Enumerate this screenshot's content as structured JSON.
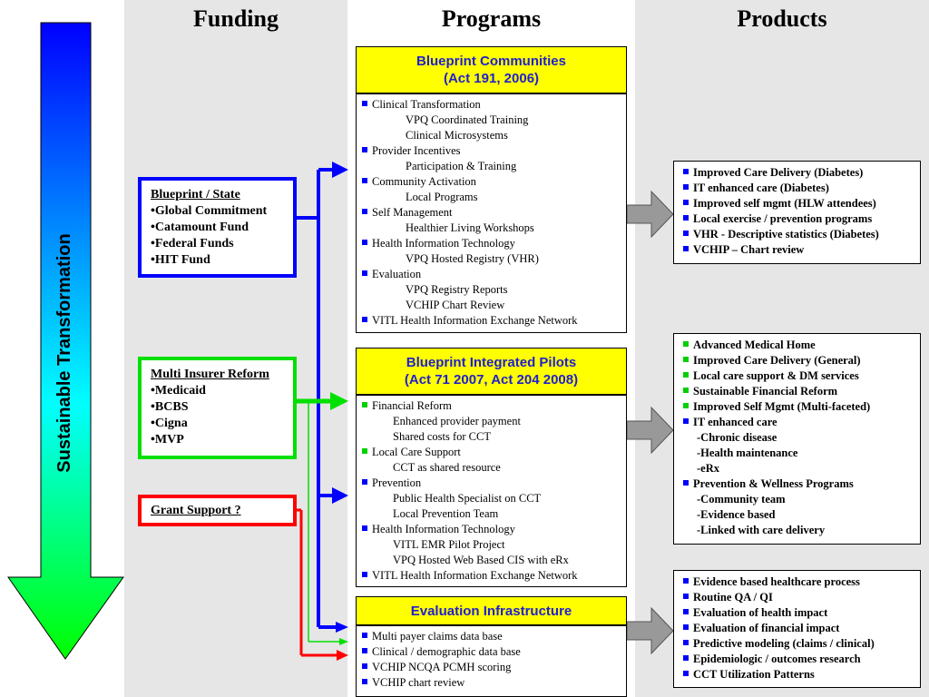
{
  "headers": {
    "funding": "Funding",
    "programs": "Programs",
    "products": "Products"
  },
  "side_label": "Sustainable Transformation",
  "funding": {
    "blueprint": {
      "title": "Blueprint / State",
      "items": [
        "•Global Commitment",
        "•Catamount Fund",
        "•Federal Funds",
        "•HIT Fund"
      ]
    },
    "multi": {
      "title": "Multi Insurer Reform",
      "items": [
        "•Medicaid",
        "•BCBS",
        "•Cigna",
        "•MVP"
      ]
    },
    "grant": {
      "title": "Grant Support ?"
    }
  },
  "programs": {
    "communities": {
      "title_line1": "Blueprint Communities",
      "title_line2": "(Act 191, 2006)",
      "rows": [
        {
          "bullet": true,
          "text": "Clinical Transformation"
        },
        {
          "bullet": false,
          "text": "VPQ Coordinated Training"
        },
        {
          "bullet": false,
          "text": "Clinical Microsystems"
        },
        {
          "bullet": true,
          "text": "Provider Incentives"
        },
        {
          "bullet": false,
          "text": "Participation & Training"
        },
        {
          "bullet": true,
          "text": "Community Activation"
        },
        {
          "bullet": false,
          "text": "Local Programs"
        },
        {
          "bullet": true,
          "text": "Self Management"
        },
        {
          "bullet": false,
          "text": "Healthier Living Workshops"
        },
        {
          "bullet": true,
          "text": "Health Information Technology"
        },
        {
          "bullet": false,
          "text": "VPQ Hosted Registry (VHR)"
        },
        {
          "bullet": true,
          "text": "Evaluation"
        },
        {
          "bullet": false,
          "text": "VPQ Registry Reports"
        },
        {
          "bullet": false,
          "text": "VCHIP Chart Review"
        },
        {
          "bullet": true,
          "text": "VITL Health Information Exchange Network"
        }
      ]
    },
    "pilots": {
      "title_line1": "Blueprint Integrated Pilots",
      "title_line2": "(Act 71 2007, Act 204 2008)",
      "rows": [
        {
          "bullet": "green",
          "text": "Financial Reform"
        },
        {
          "bullet": false,
          "text": "Enhanced provider payment"
        },
        {
          "bullet": false,
          "text": "Shared costs for CCT"
        },
        {
          "bullet": "green",
          "text": "Local Care Support"
        },
        {
          "bullet": false,
          "text": "CCT as shared resource"
        },
        {
          "bullet": "blue",
          "text": "Prevention"
        },
        {
          "bullet": false,
          "text": "Public Health Specialist on CCT"
        },
        {
          "bullet": false,
          "text": "Local Prevention Team"
        },
        {
          "bullet": "blue",
          "text": "Health Information Technology"
        },
        {
          "bullet": false,
          "text": "VITL EMR Pilot Project"
        },
        {
          "bullet": false,
          "text": "VPQ Hosted Web Based CIS with eRx"
        },
        {
          "bullet": "blue",
          "text": "VITL Health Information Exchange Network"
        }
      ]
    },
    "evaluation": {
      "title": "Evaluation Infrastructure",
      "rows": [
        {
          "bullet": true,
          "text": "Multi payer claims data base"
        },
        {
          "bullet": true,
          "text": "Clinical / demographic  data base"
        },
        {
          "bullet": true,
          "text": "VCHIP NCQA PCMH scoring"
        },
        {
          "bullet": true,
          "text": "VCHIP chart review"
        }
      ]
    }
  },
  "products": {
    "p1": [
      {
        "bullet": "blue",
        "text": "Improved Care Delivery (Diabetes)"
      },
      {
        "bullet": "blue",
        "text": "IT enhanced care (Diabetes)"
      },
      {
        "bullet": "blue",
        "text": "Improved self mgmt (HLW attendees)"
      },
      {
        "bullet": "blue",
        "text": "Local exercise / prevention programs"
      },
      {
        "bullet": "blue",
        "text": "VHR - Descriptive statistics (Diabetes)"
      },
      {
        "bullet": "blue",
        "text": "VCHIP – Chart review"
      }
    ],
    "p2": [
      {
        "bullet": "green",
        "text": "Advanced Medical Home"
      },
      {
        "bullet": "green",
        "text": "Improved Care Delivery (General)"
      },
      {
        "bullet": "green",
        "text": "Local care support & DM services"
      },
      {
        "bullet": "green",
        "text": "Sustainable Financial Reform"
      },
      {
        "bullet": "green",
        "text": "Improved Self Mgmt (Multi-faceted)"
      },
      {
        "bullet": "blue",
        "text": "IT enhanced care"
      },
      {
        "bullet": false,
        "text": "-Chronic disease"
      },
      {
        "bullet": false,
        "text": "-Health maintenance"
      },
      {
        "bullet": false,
        "text": "-eRx"
      },
      {
        "bullet": "blue",
        "text": "Prevention & Wellness Programs"
      },
      {
        "bullet": false,
        "text": "-Community team"
      },
      {
        "bullet": false,
        "text": "-Evidence based"
      },
      {
        "bullet": false,
        "text": "-Linked with care delivery"
      }
    ],
    "p3": [
      {
        "bullet": "blue",
        "text": "Evidence based healthcare process"
      },
      {
        "bullet": "blue",
        "text": "Routine QA / QI"
      },
      {
        "bullet": "blue",
        "text": "Evaluation of health impact"
      },
      {
        "bullet": "blue",
        "text": "Evaluation of financial impact"
      },
      {
        "bullet": "blue",
        "text": "Predictive modeling (claims / clinical)"
      },
      {
        "bullet": "blue",
        "text": "Epidemiologic / outcomes research"
      },
      {
        "bullet": "blue",
        "text": "CCT Utilization Patterns"
      }
    ]
  },
  "colors": {
    "blue": "#0000ff",
    "green": "#00e000",
    "red": "#ff0000",
    "yellow": "#ffff00",
    "title_blue": "#1f1fd0",
    "gray_arrow": "#999999"
  }
}
